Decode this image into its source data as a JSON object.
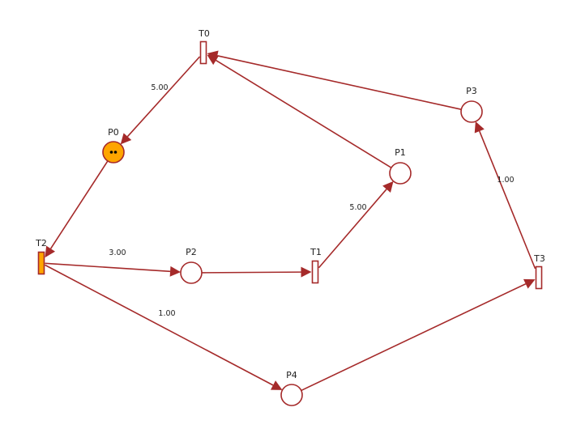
{
  "colors": {
    "arc": "#a52a2a",
    "node_stroke": "#a52a2a",
    "token_fill": "#ffa500",
    "token_dot": "#000000",
    "label_text": "#222222",
    "background": "#ffffff"
  },
  "places": [
    {
      "id": "P0",
      "label": "P0",
      "tokens": 2
    },
    {
      "id": "P1",
      "label": "P1",
      "tokens": 0
    },
    {
      "id": "P2",
      "label": "P2",
      "tokens": 0
    },
    {
      "id": "P3",
      "label": "P3",
      "tokens": 0
    },
    {
      "id": "P4",
      "label": "P4",
      "tokens": 0
    }
  ],
  "transitions": [
    {
      "id": "T0",
      "label": "T0",
      "enabled": false
    },
    {
      "id": "T1",
      "label": "T1",
      "enabled": false
    },
    {
      "id": "T2",
      "label": "T2",
      "enabled": true
    },
    {
      "id": "T3",
      "label": "T3",
      "enabled": false
    }
  ],
  "arcs": [
    {
      "id": "T0-P0",
      "from": "T0",
      "to": "P0",
      "weight": "5.00"
    },
    {
      "id": "P0-T2",
      "from": "P0",
      "to": "T2",
      "weight": ""
    },
    {
      "id": "T2-P2",
      "from": "T2",
      "to": "P2",
      "weight": "3.00"
    },
    {
      "id": "P2-T1",
      "from": "P2",
      "to": "T1",
      "weight": ""
    },
    {
      "id": "T1-P1",
      "from": "T1",
      "to": "P1",
      "weight": "5.00"
    },
    {
      "id": "P1-T0",
      "from": "P1",
      "to": "T0",
      "weight": ""
    },
    {
      "id": "P3-T0",
      "from": "P3",
      "to": "T0",
      "weight": ""
    },
    {
      "id": "T3-P3",
      "from": "T3",
      "to": "P3",
      "weight": "1.00"
    },
    {
      "id": "T2-P4",
      "from": "T2",
      "to": "P4",
      "weight": "1.00"
    },
    {
      "id": "P4-T3",
      "from": "P4",
      "to": "T3",
      "weight": ""
    }
  ]
}
